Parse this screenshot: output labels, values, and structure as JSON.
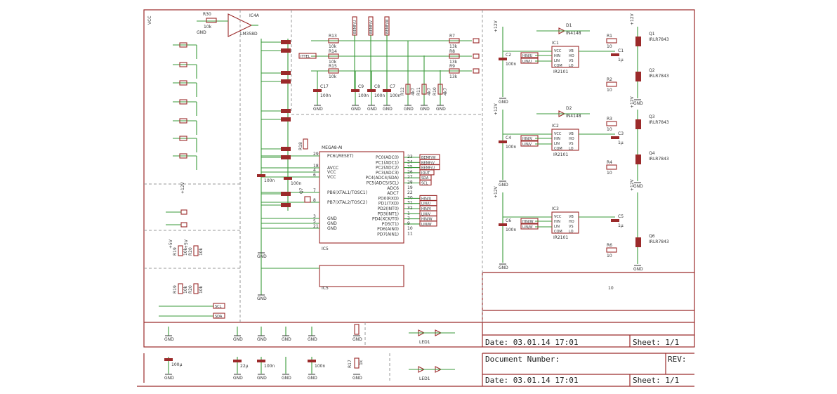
{
  "title_block": {
    "date_label": "Date: 03.01.14 17:01",
    "sheet_label": "Sheet: 1/1",
    "doc_label": "Document Number:",
    "rev_label": "REV:"
  },
  "mcu": {
    "name": "MEGA8-AI",
    "ref": "IC5",
    "pins_left": [
      "PC6(/RESET)",
      "AVCC",
      "VCC",
      "VCC",
      "PB6(XTAL1/TOSC1)",
      "PB7(XTAL2/TOSC2)",
      "GND",
      "GND",
      "GND"
    ],
    "pins_right": [
      "PC0(ADC0)",
      "PC1(ADC1)",
      "PC2(ADC2)",
      "PC3(ADC3)",
      "PC4(ADC4/SDA)",
      "PC5(ADC5/SCL)",
      "ADC6",
      "ADC7",
      "PD0(RXD)",
      "PD1(TXD)",
      "PD2(INT0)",
      "PD3(INT1)",
      "PD4(XCK/T0)",
      "PD5(T1)",
      "PD6(AIN0)",
      "PD7(AIN1)"
    ],
    "pin_numbers_right": [
      "23",
      "24",
      "25",
      "26",
      "27",
      "28",
      "19",
      "22",
      "30",
      "31",
      "32",
      "1",
      "2",
      "9",
      "10",
      "11"
    ],
    "pin_numbers_left": [
      "29",
      "18",
      "4",
      "6",
      "7",
      "8",
      "3",
      "5",
      "21"
    ]
  },
  "drivers": [
    {
      "ref": "IC1",
      "part": "IR2101",
      "diode": "D1",
      "diode_part": "IN4148",
      "cap": "C1",
      "cap_val": "1µ",
      "rin": "R1",
      "rin_val": "10",
      "rout": "R2",
      "rout_val": "10",
      "q_hi": "Q1",
      "q_lo": "Q2",
      "q_part": "IRLR7843",
      "cin": "C2",
      "cin_val": "100n",
      "in_hi": "HIN/U",
      "in_lo": "LIN/U"
    },
    {
      "ref": "IC2",
      "part": "IR2101",
      "diode": "D2",
      "diode_part": "IN4148",
      "cap": "C3",
      "cap_val": "1µ",
      "rin": "R3",
      "rin_val": "10",
      "rout": "R4",
      "rout_val": "10",
      "q_hi": "Q3",
      "q_lo": "Q4",
      "q_part": "IRLR7843",
      "cin": "C4",
      "cin_val": "100n",
      "in_hi": "HIN/V",
      "in_lo": "LIN/V"
    },
    {
      "ref": "IC3",
      "part": "IR2101",
      "diode": "",
      "diode_part": "",
      "cap": "C5",
      "cap_val": "1µ",
      "rin": "",
      "rin_val": "",
      "rout": "R6",
      "rout_val": "10",
      "q_hi": "",
      "q_lo": "Q6",
      "q_part": "IRLR7843",
      "cin": "C6",
      "cin_val": "100n",
      "in_hi": "HIN/W",
      "in_lo": "LIN/W"
    }
  ],
  "driver_pins": [
    "VCC",
    "HIN",
    "LIN",
    "COM",
    "VB",
    "HO",
    "VS",
    "LO"
  ],
  "opamp": {
    "ref": "IC4A",
    "part": "LM358D",
    "rf": "R30",
    "rf_val": "10k"
  },
  "res_top": [
    {
      "ref": "R13",
      "val": "10k"
    },
    {
      "ref": "R14",
      "val": "10k"
    },
    {
      "ref": "R15",
      "val": "10k"
    }
  ],
  "res_top_right": [
    {
      "ref": "R7",
      "val": "13k"
    },
    {
      "ref": "R8",
      "val": "13k"
    },
    {
      "ref": "R9",
      "val": "13k"
    }
  ],
  "caps_top": [
    {
      "ref": "C17",
      "val": "100n"
    },
    {
      "ref": "C9",
      "val": "100n"
    },
    {
      "ref": "C8",
      "val": "100n"
    },
    {
      "ref": "C7",
      "val": "100n"
    }
  ],
  "res_vert": [
    {
      "ref": "R12",
      "val": "4k7"
    },
    {
      "ref": "R11",
      "val": "4k7"
    },
    {
      "ref": "R10",
      "val": "4k7"
    }
  ],
  "bemf_labels": [
    "BEMF/U",
    "BEMF/V",
    "BEMF/W"
  ],
  "mcu_net_labels": [
    "BEMF/W",
    "BEMF/V",
    "BEMF/U",
    "IOUT",
    "SDA",
    "SCL",
    "HIN/U",
    "LIN/U",
    "HIN/V",
    "LIN/V",
    "HIN/W",
    "LIN/W"
  ],
  "supply": {
    "vcc": "VCC",
    "v12": "+12V",
    "v5": "+5V",
    "gnd": "GND"
  },
  "bottom": {
    "c_big": "100µ",
    "c22": "22µ",
    "c100a": "100n",
    "c100b": "100n",
    "led": "LED1",
    "r17": "R17",
    "r17v": "1k"
  },
  "left": {
    "r19": "R19",
    "r20": "R20",
    "val10k": "10k",
    "scl": "SCL",
    "sda": "SDA",
    "r18": "R18",
    "ittel": "ITTEL"
  },
  "misc": {
    "ten": "10",
    "crystal": "Q7"
  }
}
